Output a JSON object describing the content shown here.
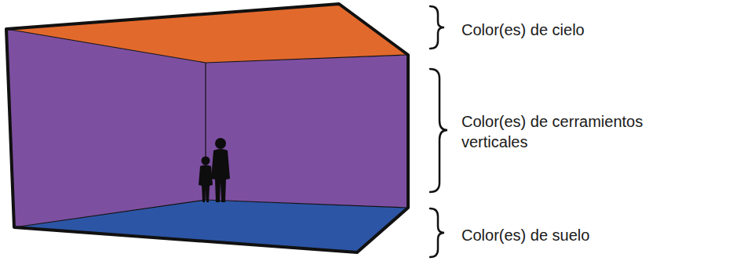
{
  "diagram": {
    "labels": [
      "Color(es) de cielo",
      "Color(es) de cerramientos verticales",
      "Color(es) de suelo"
    ]
  }
}
